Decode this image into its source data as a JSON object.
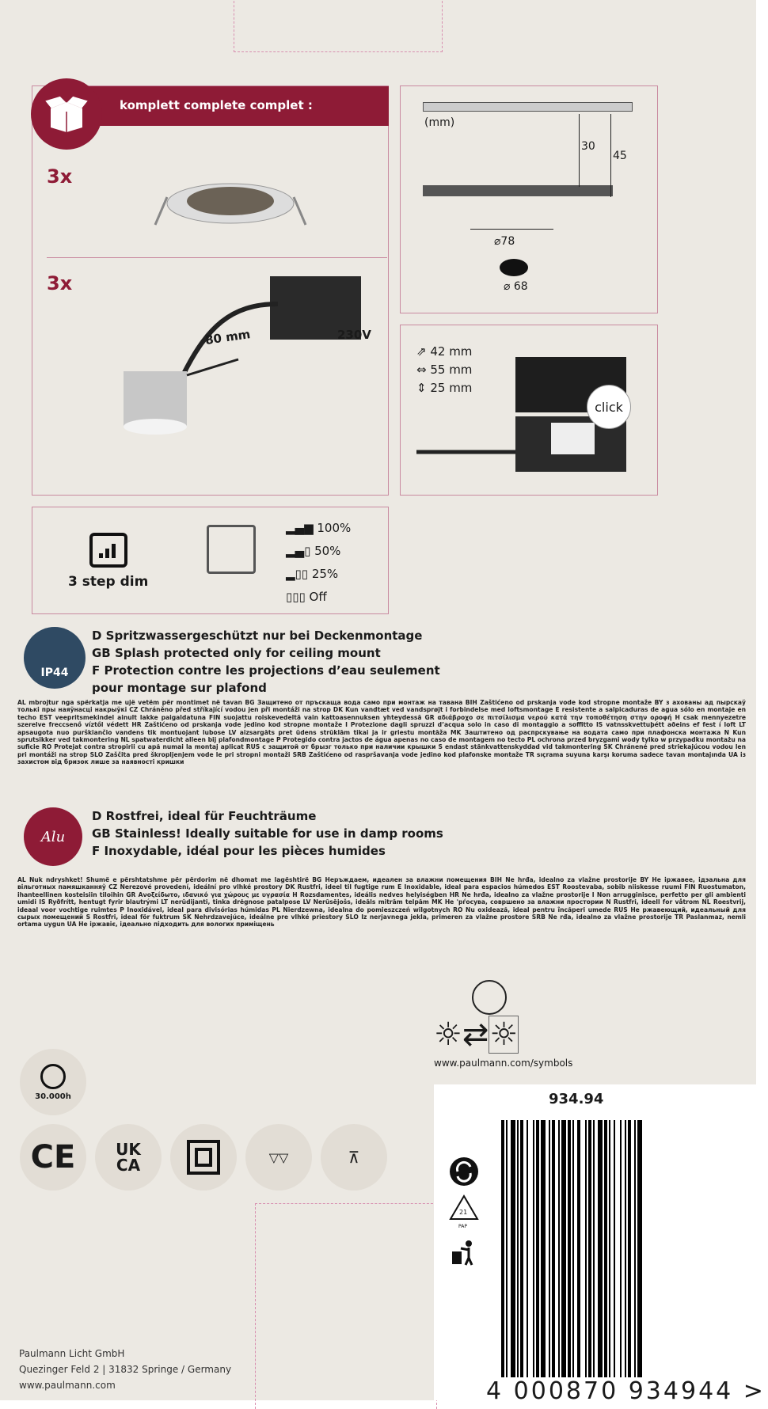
{
  "contents": {
    "header": "komplett  complete  complet :",
    "qty1": "3x",
    "qty2": "3x",
    "cable_length": "80 mm",
    "voltage": "230V"
  },
  "dimensions": {
    "unit": "(mm)",
    "height_inner": "30",
    "height_outer": "45",
    "diameter": "⌀78",
    "cutout": "⌀ 68"
  },
  "junction_box": {
    "dims": [
      "⇗ 42 mm",
      "⇔ 55 mm",
      "⇕ 25 mm"
    ],
    "click_label": "click"
  },
  "dimming": {
    "label": "3 step dim",
    "levels": [
      "100%",
      "50%",
      "25%",
      "Off"
    ]
  },
  "ip44": {
    "badge": "IP44",
    "lines": [
      "D Spritzwassergeschützt nur bei Deckenmontage",
      "GB Splash protected only for ceiling mount",
      "F Protection contre les projections d’eau seulement",
      "pour montage sur plafond"
    ],
    "translations": "AL mbrojtur nga spërkatja me ujë vetëm për montimet në tavan BG Защитено от пръскаща вода само при монтаж на тавана BIH Zaštićeno od prskanja vode kod stropne montaže BY з ахованы ад пырскаў толькі пры наяўнасці накрыўкі CZ Chráněno před stříkající vodou jen při montáži na strop DK Kun vandtæt ved vandsprøjt i forbindelse med loftsmontage E resistente a salpicaduras de agua sólo en montaje en techo EST veepritsmekindel ainult lakke paigaldatuna FIN suojattu roiskevedeltä vain kattoasennuksen yhteydessä GR αδιάβροχο σε πιτσίλισμα νερού κατά την τοποθέτηση στην οροφή H csak mennyezetre szerelve freccsenő víztől védett HR Zaštićeno od prskanja vode jedino kod stropne montaže I Protezione dagli spruzzi d’acqua solo in caso di montaggio a soffitto IS vatnsskvettuþétt aðeins ef fest í loft LT apsaugota nuo purškiančio vandens tik montuojant lubose LV aizsargāts pret ūdens strūklām tikai ja ir griestu montāža MK Заштитено од распрскување на водата само при плафонска монтажа N Kun sprutsikker ved takmontering NL spatwaterdicht alleen bij plafondmontage P Protegido contra jactos de água apenas no caso de montagem no tecto PL ochrona przed bryzgami wody tylko w przypadku montażu na suficie RO Protejat contra stropirii cu apă numai la montaj aplicat RUS с защитой от брызг только при наличии крышки S endast stänkvattenskyddad vid takmontering SK Chránené pred striekajúcou vodou len pri montáži na strop SLO Zaščita pred škropljenjem vode le pri stropni montaži SRB Zaštićeno od raspršavanja vode jedino kod plafonske montaže TR sıçrama suyuna karşı koruma sadece tavan montajında UA із захистом від бризок лише за наявності кришки"
  },
  "alu": {
    "badge": "Alu",
    "lines": [
      "D Rostfrei, ideal für Feuchträume",
      "GB Stainless! Ideally suitable for use in damp rooms",
      "F Inoxydable, idéal pour les pièces humides"
    ],
    "translations": "AL Nuk ndryshket! Shumë e përshtatshme për përdorim në dhomat me lagështirë BG Неръждаем, идеален за влажни помещения BIH Ne hrđa, idealno za vlažne prostorije BY Не іржавее, ідэальна для вільготных памяшканняў CZ Nerezové provedení, ideální pro vlhké prostory DK Rustfri, ideel til fugtige rum E Inoxidable, ideal para espacios húmedos EST Roostevaba, sobib niiskesse ruumi FIN Ruostumaton, ihanteellinen kosteisiin tiloihin GR Ανοξείδωτο, ιδανικό για χώρους με υγρασία H Rozsdamentes, ideális nedves helyiségben HR Ne hrđa, idealno za vlažne prostorije I Non arrugginisce, perfetto per gli ambienti umidi IS Ryðfrítt, hentugt fyrir blautrými LT nerūdijanti, tinka drėgnose patalpose LV Nerūsējošs, ideāls mitrām telpām MK Не 'рѓосува, совршено за влажни простории N Rustfri, ideell for våtrom NL Roestvrij, ideaal voor vochtige ruimtes P Inoxidável, ideal para divisórias húmidas PL Nierdzewna, idealna do pomieszczeń wilgotnych RO Nu oxidează, ideal pentru încăperi umede RUS Не ржавеющий, идеальный для сырых помещений S Rostfri, ideal för fuktrum SK Nehrdzavejúce, ideálne pre vlhké priestory SLO Iz nerjavnega jekla, primeren za vlažne prostore SRB Ne rđa, idealno za vlažne prostorije TR Paslanmaz, nemli ortama uygun UA Не іржавіє, ідеально підходить для вологих приміщень"
  },
  "symbols_url": "www.paulmann.com/symbols",
  "lifetime": "30.000h",
  "cert_marks": [
    "CE",
    "UK",
    "CA"
  ],
  "article_number": "934.94",
  "barcode_digits": [
    "4",
    "000870",
    "934944",
    ">"
  ],
  "recycling_code": "21",
  "recycling_sub": "PAP",
  "company": {
    "name": "Paulmann Licht GmbH",
    "address": "Quezinger Feld 2 | 31832 Springe / Germany",
    "website": "www.paulmann.com"
  },
  "colors": {
    "brand_red": "#8e1b36",
    "background": "#ece9e3",
    "ip_blue": "#2f4a63"
  }
}
